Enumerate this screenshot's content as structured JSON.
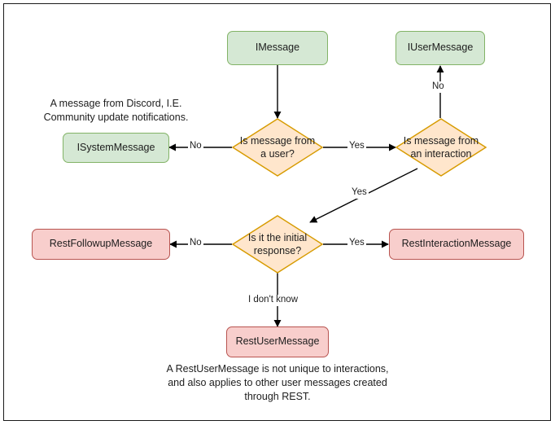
{
  "diagram": {
    "title": "Discord message type decision flowchart",
    "colors": {
      "green_fill": "#d5e8d4",
      "green_stroke": "#82b366",
      "pink_fill": "#f8cecc",
      "pink_stroke": "#b85450",
      "orange_fill": "#ffe6cc",
      "orange_stroke": "#d79b00",
      "edge_stroke": "#000000",
      "text": "#1d1d1d",
      "frame_stroke": "#1a1a1a",
      "background": "#ffffff"
    },
    "nodes": {
      "imessage": "IMessage",
      "iusermessage": "IUserMessage",
      "isystemmessage": "ISystemMessage",
      "restfollowupmessage": "RestFollowupMessage",
      "restinteractionmessage": "RestInteractionMessage",
      "restusermessage": "RestUserMessage"
    },
    "decisions": {
      "from_user": "Is message from\na user?",
      "from_interaction": "Is message from\nan interaction",
      "initial_response": "Is it the initial\nresponse?"
    },
    "edge_labels": {
      "user_no": "No",
      "user_yes": "Yes",
      "interaction_no": "No",
      "interaction_yes": "Yes",
      "initial_no": "No",
      "initial_yes": "Yes",
      "dont_know": "I don't know"
    },
    "notes": {
      "system_message": "A message from Discord, I.E.\nCommunity update notifications.",
      "rest_user_message": "A RestUserMessage is not unique to interactions,\nand also applies to other user messages created\nthrough REST."
    }
  }
}
